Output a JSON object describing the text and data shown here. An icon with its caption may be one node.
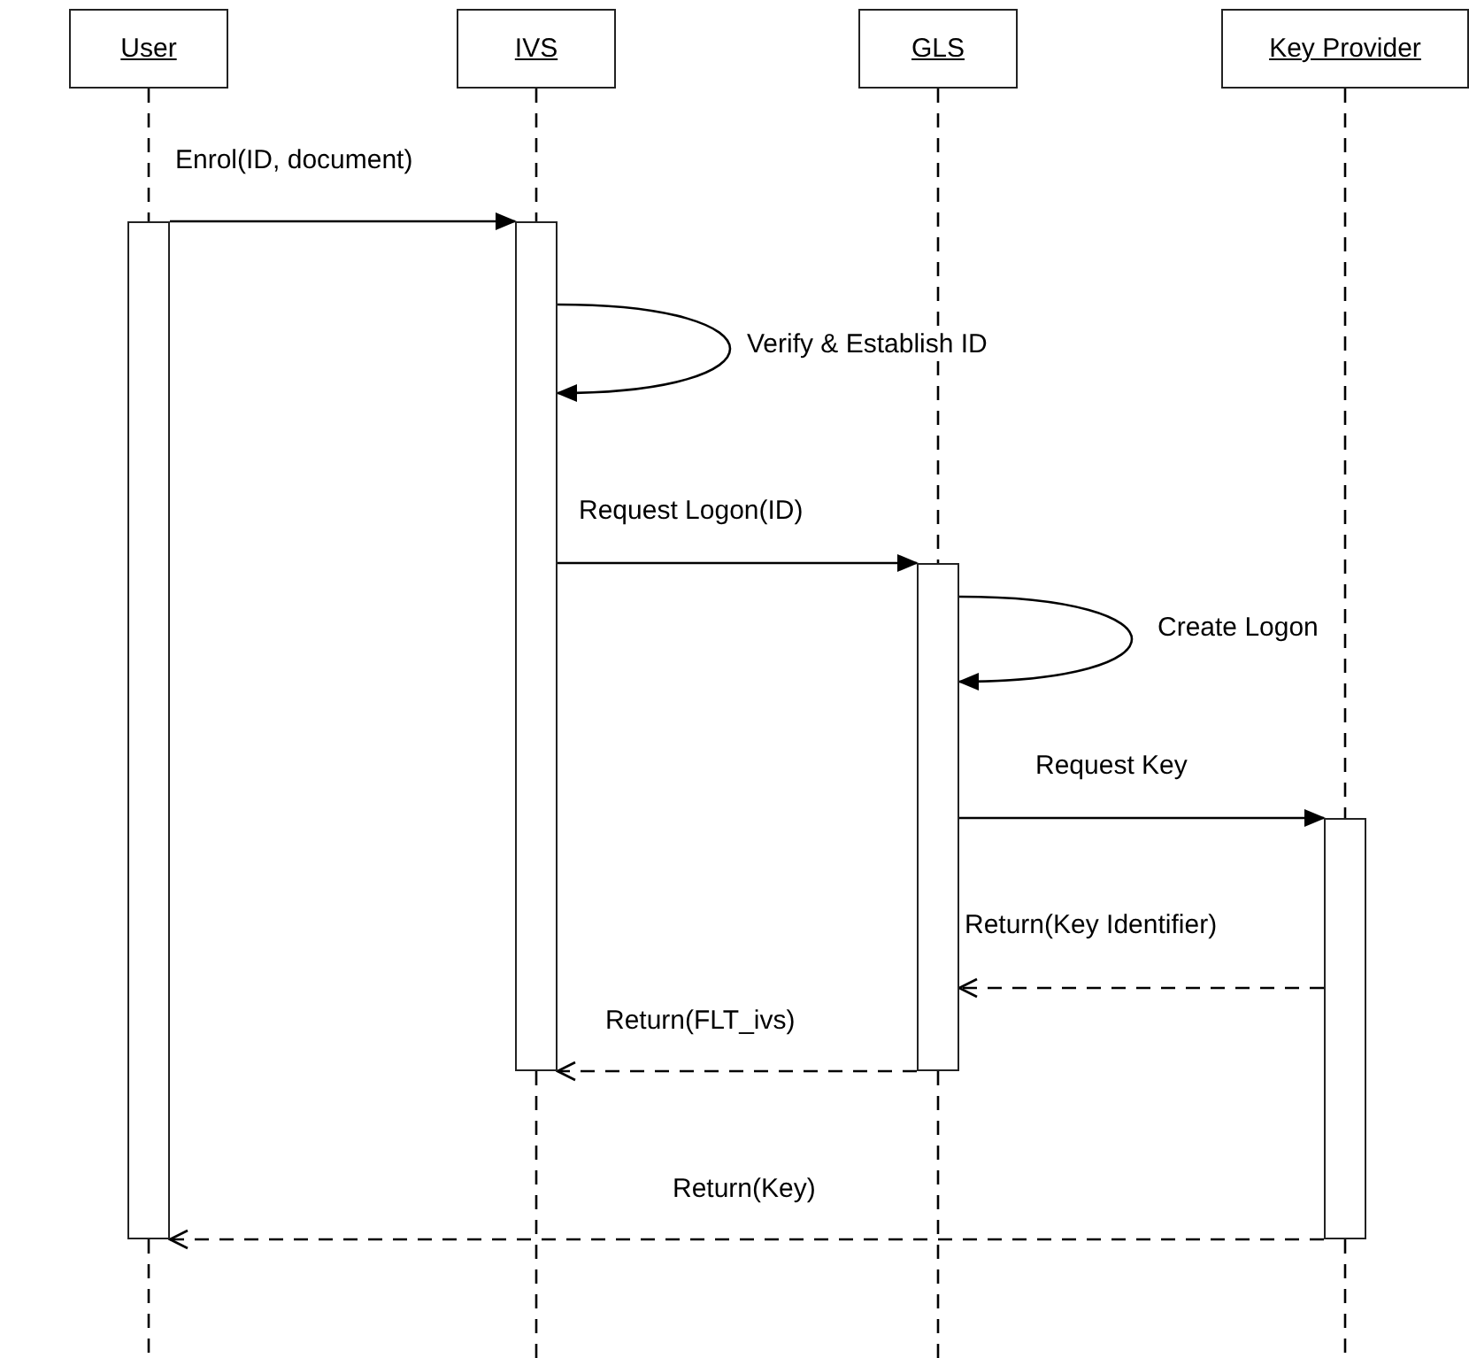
{
  "diagram": {
    "nodes": [
      {
        "text": [
          "User"
        ]
      },
      {
        "text": [
          "IVS"
        ]
      },
      {
        "text": [
          "GLS"
        ]
      },
      {
        "text": [
          "Key Provider"
        ]
      },
      {
        "text": [],
        "shape": "bar"
      },
      {
        "text": [],
        "shape": "bar"
      },
      {
        "text": [],
        "shape": "bar"
      },
      {
        "text": [],
        "shape": "bar"
      }
    ],
    "edges": [
      {
        "from": 0,
        "to": 4,
        "arrow": "none",
        "style": "dashed"
      },
      {
        "from": 1,
        "to": 5,
        "arrow": "none",
        "style": "dashed"
      },
      {
        "from": 2,
        "to": 6,
        "arrow": "none",
        "style": "dashed"
      },
      {
        "from": 3,
        "to": 7,
        "arrow": "none",
        "style": "dashed"
      },
      {
        "from": 4,
        "to": 5,
        "arrow": "to",
        "label": "Enrol(ID, document)"
      },
      {
        "from": 5,
        "to": 5,
        "arrow": "to",
        "label": "Verify & Establish ID"
      },
      {
        "from": 5,
        "to": 6,
        "arrow": "to",
        "label": "Request Logon(ID)"
      },
      {
        "from": 6,
        "to": 6,
        "arrow": "to",
        "label": "Create Logon"
      },
      {
        "from": 6,
        "to": 7,
        "arrow": "to",
        "label": "Request Key"
      },
      {
        "from": 7,
        "to": 6,
        "arrow": "to",
        "label": "Return(Key Identifier)",
        "style": "dashed"
      },
      {
        "from": 6,
        "to": 5,
        "arrow": "to",
        "label": "Return(FLT_ivs)",
        "style": "dashed"
      },
      {
        "from": 7,
        "to": 4,
        "arrow": "to",
        "label": "Return(Key)",
        "style": "dashed"
      }
    ]
  }
}
